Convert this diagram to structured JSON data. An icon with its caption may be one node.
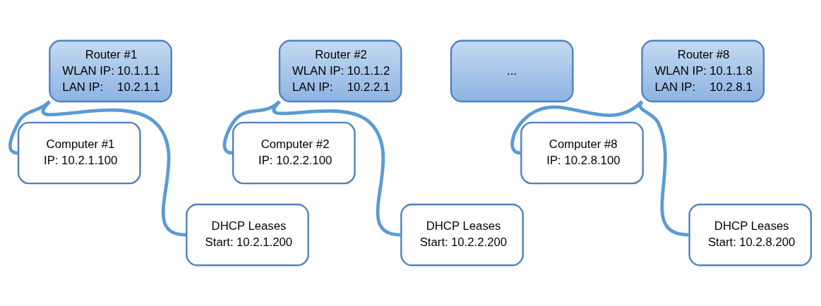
{
  "diagram": {
    "nodes": [
      {
        "text": [
          "Router #1",
          "WLAN IP:",
          "10.1.1.1",
          "LAN IP:",
          "10.2.1.1"
        ]
      },
      {
        "text": [
          "Computer #1",
          "IP:",
          "10.2.1.100"
        ]
      },
      {
        "text": [
          "DHCP Leases",
          "Start:",
          "10.2.1.200"
        ]
      },
      {
        "text": [
          "Router #2",
          "WLAN IP:",
          "10.1.1.2",
          "LAN IP:",
          "10.2.2.1"
        ]
      },
      {
        "text": [
          "Computer #2",
          "IP:",
          "10.2.2.100"
        ]
      },
      {
        "text": [
          "DHCP Leases",
          "Start:",
          "10.2.2.200"
        ]
      },
      {
        "text": [
          "..."
        ]
      },
      {
        "text": [
          "Router #8",
          "WLAN IP:",
          "10.1.1.8",
          "LAN IP:",
          "10.2.8.1"
        ]
      },
      {
        "text": [
          "Computer #8",
          "IP:",
          "10.2.8.100"
        ]
      },
      {
        "text": [
          "DHCP Leases",
          "Start:",
          "10.2.8.200"
        ]
      }
    ],
    "edges": [
      {
        "from": 0,
        "to": 1,
        "arrow": "none"
      },
      {
        "from": 0,
        "to": 2,
        "arrow": "none"
      },
      {
        "from": 3,
        "to": 4,
        "arrow": "none"
      },
      {
        "from": 3,
        "to": 5,
        "arrow": "none"
      },
      {
        "from": 7,
        "to": 8,
        "arrow": "none"
      },
      {
        "from": 7,
        "to": 9,
        "arrow": "none"
      }
    ]
  }
}
